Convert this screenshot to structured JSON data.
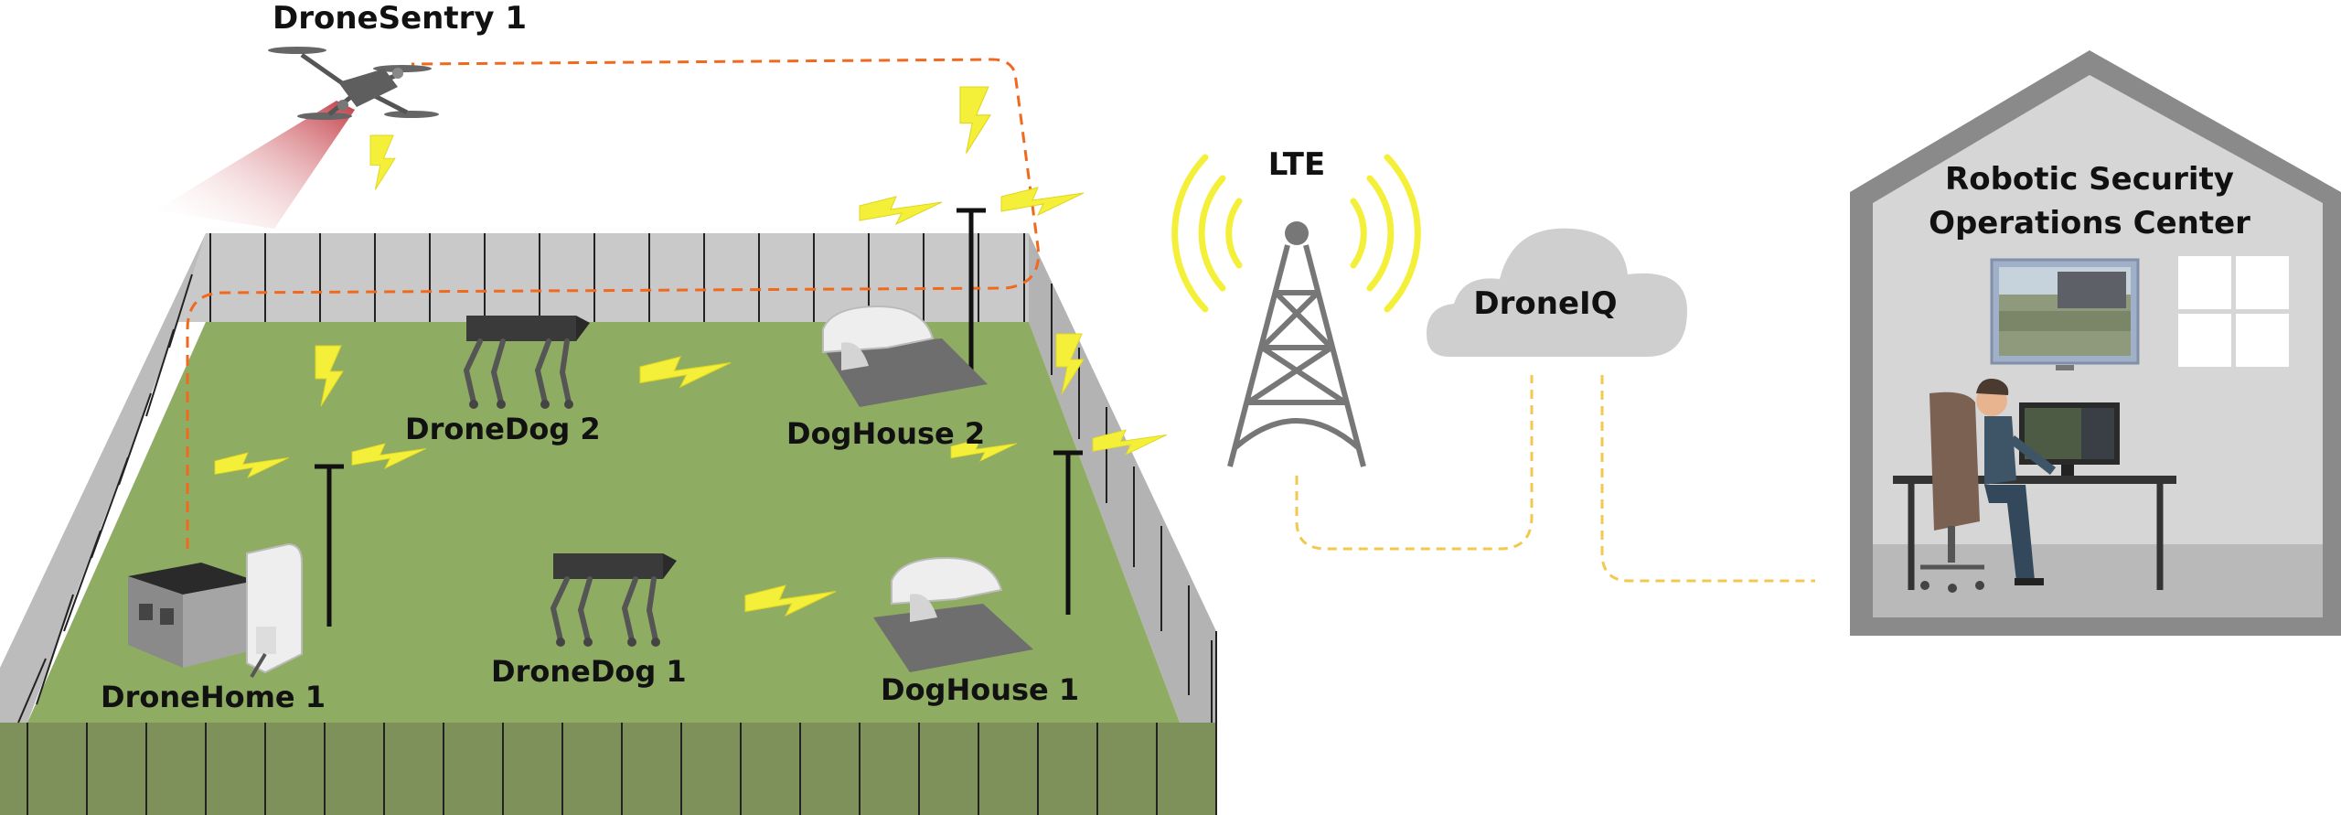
{
  "labels": {
    "drone_sentry": "DroneSentry 1",
    "lte": "LTE",
    "droneiq": "DroneIQ",
    "rsoc_line1": "Robotic Security",
    "rsoc_line2": "Operations Center",
    "dronedog2": "DroneDog 2",
    "doghouse2": "DogHouse 2",
    "dronehome1": "DroneHome 1",
    "dronedog1": "DroneDog 1",
    "doghouse1": "DogHouse 1"
  },
  "colors": {
    "grass": "#8fac63",
    "fence": "#c9c9c9",
    "dark_fence": "#7e915a",
    "lightning": "#f4f03a",
    "path_orange": "#ef6a1f",
    "path_yellow": "#f2c94c",
    "building": "#8a8a8a",
    "building_inner": "#d6d6d6",
    "cloud": "#cfcfcf"
  },
  "icons": [
    "drone-icon",
    "lightning-icon",
    "antenna-icon",
    "robot-dog-icon",
    "doghouse-icon",
    "dronehome-icon",
    "lte-tower-icon",
    "cloud-icon",
    "building-icon",
    "operator-icon",
    "monitor-icon",
    "window-icon"
  ]
}
